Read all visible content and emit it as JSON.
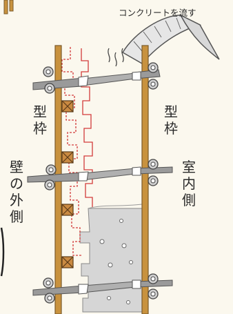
{
  "labels": {
    "pour": "コンクリートを流す",
    "formwork_left": "型枠",
    "formwork_right": "型枠",
    "exterior": "壁の外側",
    "interior": "室内側"
  },
  "colors": {
    "background": "#fbf8ee",
    "timber": "#c8923e",
    "timber_edge": "#7a5a2a",
    "concrete": "#d6d6d6",
    "rebar": "#d23a3a",
    "tie_rod": "#9a9a9a",
    "spacer_block": "#c98a42"
  },
  "icons": [
    "concrete-hose-icon",
    "steam-icon",
    "form-tie-icon",
    "spacer-block-icon"
  ]
}
